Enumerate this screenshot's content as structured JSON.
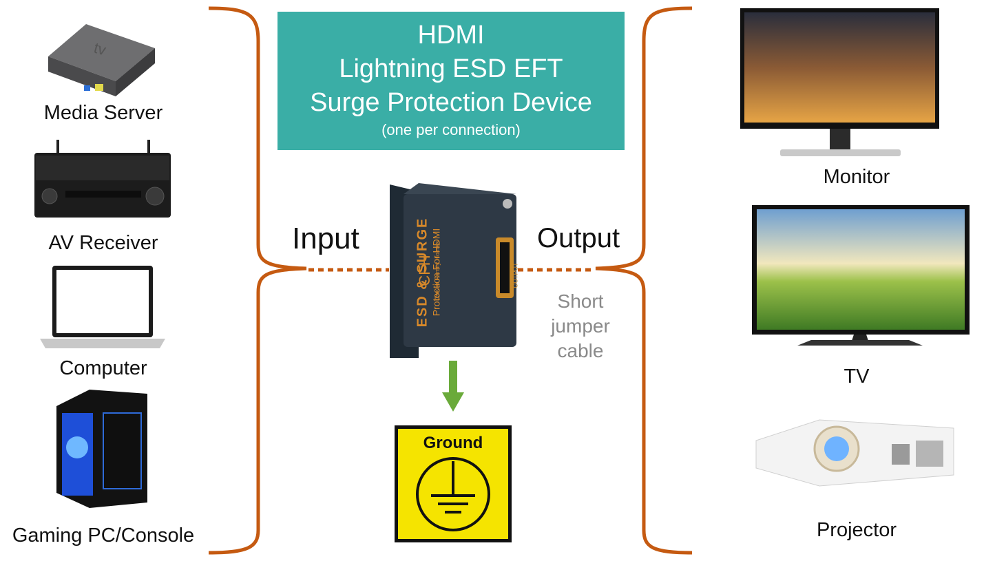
{
  "title": {
    "line1": "HDMI",
    "line2": "Lightning ESD EFT",
    "line3": "Surge Protection Device",
    "subtitle": "(one per connection)"
  },
  "inputs": [
    {
      "label": "Media Server",
      "icon": "media-server-icon"
    },
    {
      "label": "AV Receiver",
      "icon": "av-receiver-icon"
    },
    {
      "label": "Computer",
      "icon": "laptop-icon"
    },
    {
      "label": "Gaming PC/Console",
      "icon": "gaming-pc-icon"
    }
  ],
  "outputs": [
    {
      "label": "Monitor",
      "icon": "monitor-icon"
    },
    {
      "label": "TV",
      "icon": "tv-icon"
    },
    {
      "label": "Projector",
      "icon": "projector-icon"
    }
  ],
  "input_label": "Input",
  "output_label": "Output",
  "jumper": {
    "line1": "Short",
    "line2": "jumper",
    "line3": "cable"
  },
  "device": {
    "brand": "CFH",
    "brand_sub": "Clever Family Homes",
    "text1": "ESD & SURGE",
    "text2": "Protection For HDMI",
    "port_label": "OUTPUT"
  },
  "ground": {
    "label": "Ground"
  },
  "colors": {
    "title_bg": "#3aaea6",
    "brace": "#c55a11",
    "arrow": "#6aaa3a",
    "ground_bg": "#f5e400",
    "jumper_text": "#8a8a8a"
  }
}
